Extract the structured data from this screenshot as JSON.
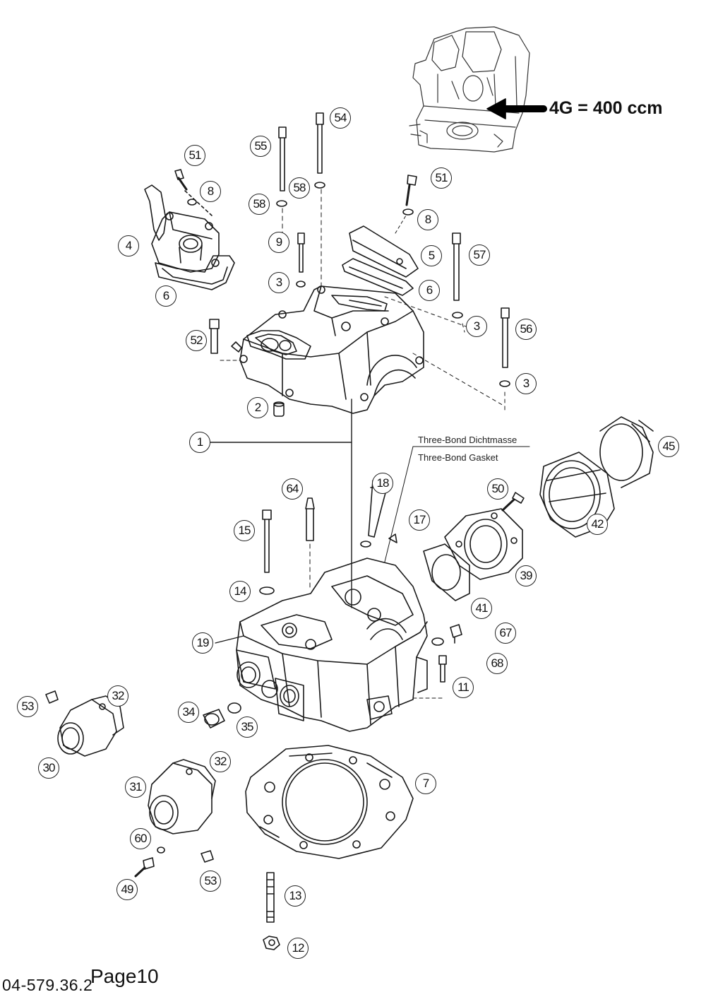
{
  "engine_label": "4G = 400 ccm",
  "annotation": {
    "line1": "Three-Bond Dichtmasse",
    "line2": "Three-Bond Gasket"
  },
  "footer": {
    "doc_code": "04-579.36.2",
    "page": "Page10"
  },
  "callouts": [
    {
      "id": "c1",
      "text": "1"
    },
    {
      "id": "c2",
      "text": "2"
    },
    {
      "id": "c3a",
      "text": "3"
    },
    {
      "id": "c3b",
      "text": "3"
    },
    {
      "id": "c3c",
      "text": "3"
    },
    {
      "id": "c4",
      "text": "4"
    },
    {
      "id": "c5",
      "text": "5"
    },
    {
      "id": "c6a",
      "text": "6"
    },
    {
      "id": "c6b",
      "text": "6"
    },
    {
      "id": "c7",
      "text": "7"
    },
    {
      "id": "c8a",
      "text": "8"
    },
    {
      "id": "c8b",
      "text": "8"
    },
    {
      "id": "c9",
      "text": "9"
    },
    {
      "id": "c11",
      "text": "11"
    },
    {
      "id": "c12",
      "text": "12"
    },
    {
      "id": "c13",
      "text": "13"
    },
    {
      "id": "c14",
      "text": "14"
    },
    {
      "id": "c15",
      "text": "15"
    },
    {
      "id": "c17",
      "text": "17"
    },
    {
      "id": "c18",
      "text": "18"
    },
    {
      "id": "c19",
      "text": "19"
    },
    {
      "id": "c30",
      "text": "30"
    },
    {
      "id": "c31",
      "text": "31"
    },
    {
      "id": "c32a",
      "text": "32"
    },
    {
      "id": "c32b",
      "text": "32"
    },
    {
      "id": "c34",
      "text": "34"
    },
    {
      "id": "c35",
      "text": "35"
    },
    {
      "id": "c39",
      "text": "39"
    },
    {
      "id": "c41",
      "text": "41"
    },
    {
      "id": "c42",
      "text": "42"
    },
    {
      "id": "c45",
      "text": "45"
    },
    {
      "id": "c49",
      "text": "49"
    },
    {
      "id": "c50",
      "text": "50"
    },
    {
      "id": "c51a",
      "text": "51"
    },
    {
      "id": "c51b",
      "text": "51"
    },
    {
      "id": "c52",
      "text": "52"
    },
    {
      "id": "c53a",
      "text": "53"
    },
    {
      "id": "c53b",
      "text": "53"
    },
    {
      "id": "c54",
      "text": "54"
    },
    {
      "id": "c55",
      "text": "55"
    },
    {
      "id": "c56",
      "text": "56"
    },
    {
      "id": "c57",
      "text": "57"
    },
    {
      "id": "c58a",
      "text": "58"
    },
    {
      "id": "c58b",
      "text": "58"
    },
    {
      "id": "c60",
      "text": "60"
    },
    {
      "id": "c64",
      "text": "64"
    },
    {
      "id": "c67",
      "text": "67"
    },
    {
      "id": "c68",
      "text": "68"
    }
  ]
}
